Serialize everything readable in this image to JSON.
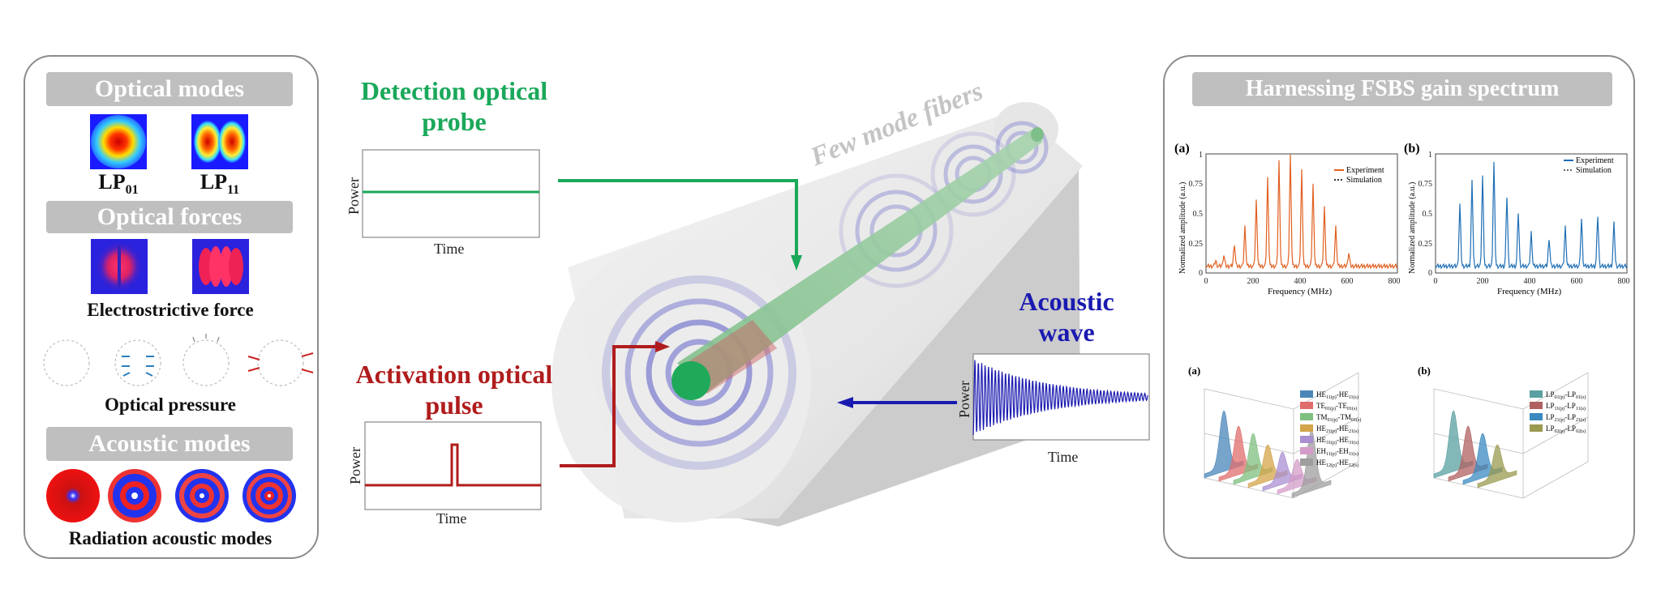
{
  "left_panel": {
    "optical_modes_header": "Optical modes",
    "mode_labels": [
      {
        "base": "LP",
        "sub": "01"
      },
      {
        "base": "LP",
        "sub": "11"
      }
    ],
    "optical_forces_header": "Optical forces",
    "electrostrictive_label": "Electrostrictive force",
    "optical_pressure_label": "Optical pressure",
    "acoustic_modes_header": "Acoustic modes",
    "radiation_label": "Radiation acoustic modes"
  },
  "center": {
    "fiber_label": "Few mode fibers",
    "probe_title_line1": "Detection optical",
    "probe_title_line2": "probe",
    "pulse_title_line1": "Activation optical",
    "pulse_title_line2": "pulse",
    "acoustic_title_line1": "Acoustic",
    "acoustic_title_line2": "wave",
    "plot_ylabel": "Power",
    "plot_xlabel": "Time",
    "colors": {
      "probe": "#1aa85a",
      "pulse": "#b01c1c",
      "acoustic": "#1a1ab0"
    }
  },
  "right_panel": {
    "header": "Harnessing FSBS gain spectrum",
    "top_charts": [
      {
        "panel": "(a)",
        "legend": [
          "Experiment",
          "Simulation"
        ],
        "ylabel": "Normalized amplitude (a.u.)",
        "xlabel": "Frequency (MHz)",
        "xticks": [
          "0",
          "200",
          "400",
          "600",
          "800"
        ],
        "yticks": [
          "0",
          "0.25",
          "0.5",
          "0.75",
          "1"
        ]
      },
      {
        "panel": "(b)",
        "legend": [
          "Experiment",
          "Simulation"
        ],
        "ylabel": "Normalized amplitude (a.u.)",
        "xlabel": "Frequency (MHz)",
        "xticks": [
          "0",
          "200",
          "400",
          "600",
          "800"
        ],
        "yticks": [
          "0",
          "0.25",
          "0.5",
          "0.75",
          "1"
        ]
      }
    ],
    "bottom_charts": [
      {
        "panel": "(a)",
        "legend": [
          {
            "a": "HE",
            "as": "11(p)",
            "b": "HE",
            "bs": "11(s)"
          },
          {
            "a": "TE",
            "as": "01(p)",
            "b": "TE",
            "bs": "01(s)"
          },
          {
            "a": "TM",
            "as": "01(p)",
            "b": "TM",
            "bs": "01(s)"
          },
          {
            "a": "HE",
            "as": "21(p)",
            "b": "HE",
            "bs": "21(s)"
          },
          {
            "a": "HE",
            "as": "31(p)",
            "b": "HE",
            "bs": "31(s)"
          },
          {
            "a": "EH",
            "as": "11(p)",
            "b": "EH",
            "bs": "11(s)"
          },
          {
            "a": "HE",
            "as": "12(p)",
            "b": "HE",
            "bs": "12(s)"
          }
        ]
      },
      {
        "panel": "(b)",
        "legend": [
          {
            "a": "LP",
            "as": "01(p)",
            "b": "LP",
            "bs": "01(s)"
          },
          {
            "a": "LP",
            "as": "11(p)",
            "b": "LP",
            "bs": "11(s)"
          },
          {
            "a": "LP",
            "as": "21(p)",
            "b": "LP",
            "bs": "21(s)"
          },
          {
            "a": "LP",
            "as": "02(p)",
            "b": "LP",
            "bs": "02(s)"
          }
        ]
      }
    ]
  }
}
